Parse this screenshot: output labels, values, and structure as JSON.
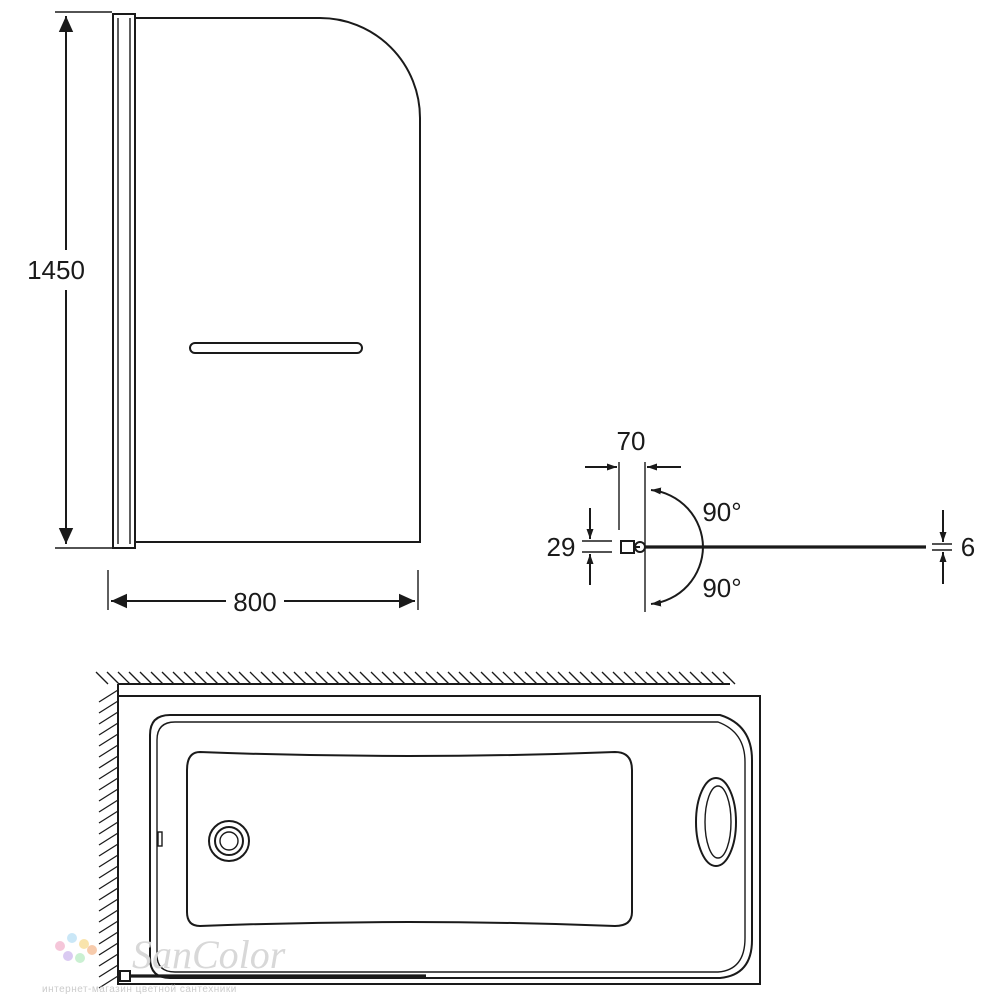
{
  "dimensions": {
    "height": "1450",
    "width": "800",
    "hinge_offset": "70",
    "profile_depth": "29",
    "glass_thickness": "6",
    "swing_angle_top": "90°",
    "swing_angle_bottom": "90°"
  },
  "watermark": {
    "brand": "SanColor",
    "tagline": "интернет-магазин цветной сантехники",
    "dot_colors": [
      "#f5c4d8",
      "#c8e6f7",
      "#f9e3a8",
      "#d9c8f2",
      "#c8f0d0",
      "#f7c9a8"
    ]
  }
}
